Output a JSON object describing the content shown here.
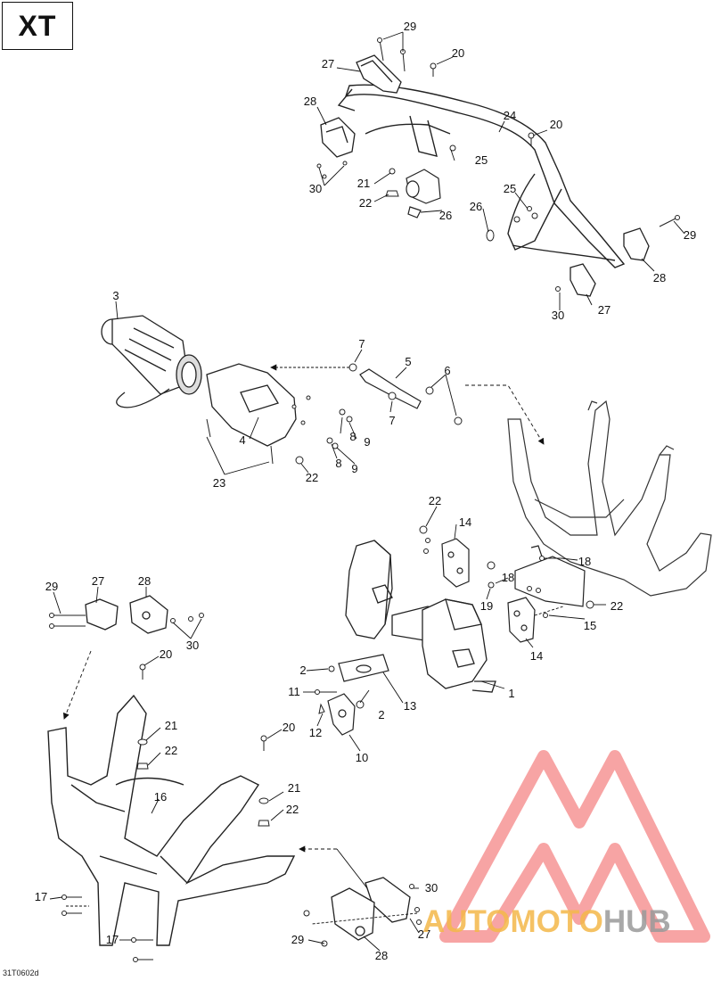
{
  "header": {
    "model_label": "XT"
  },
  "footer": {
    "figure_code": "31T0602d"
  },
  "watermark": {
    "brand_part1": "AUTOMOTO",
    "brand_part2": "HUB",
    "colors": {
      "triangle": "#f05a5a",
      "text_primary": "#f4b84a",
      "text_secondary": "#9a9a9a"
    }
  },
  "callouts": {
    "c1": "1",
    "c2": "2",
    "c3": "3",
    "c4": "4",
    "c5": "5",
    "c6": "6",
    "c7": "7",
    "c8": "8",
    "c9": "9",
    "c10": "10",
    "c11": "11",
    "c12": "12",
    "c13": "13",
    "c14": "14",
    "c15": "15",
    "c16": "16",
    "c17": "17",
    "c18": "18",
    "c19": "19",
    "c20": "20",
    "c21": "21",
    "c22": "22",
    "c23": "23",
    "c24": "24",
    "c25": "25",
    "c26": "26",
    "c27": "27",
    "c28": "28",
    "c29": "29",
    "c30": "30"
  }
}
